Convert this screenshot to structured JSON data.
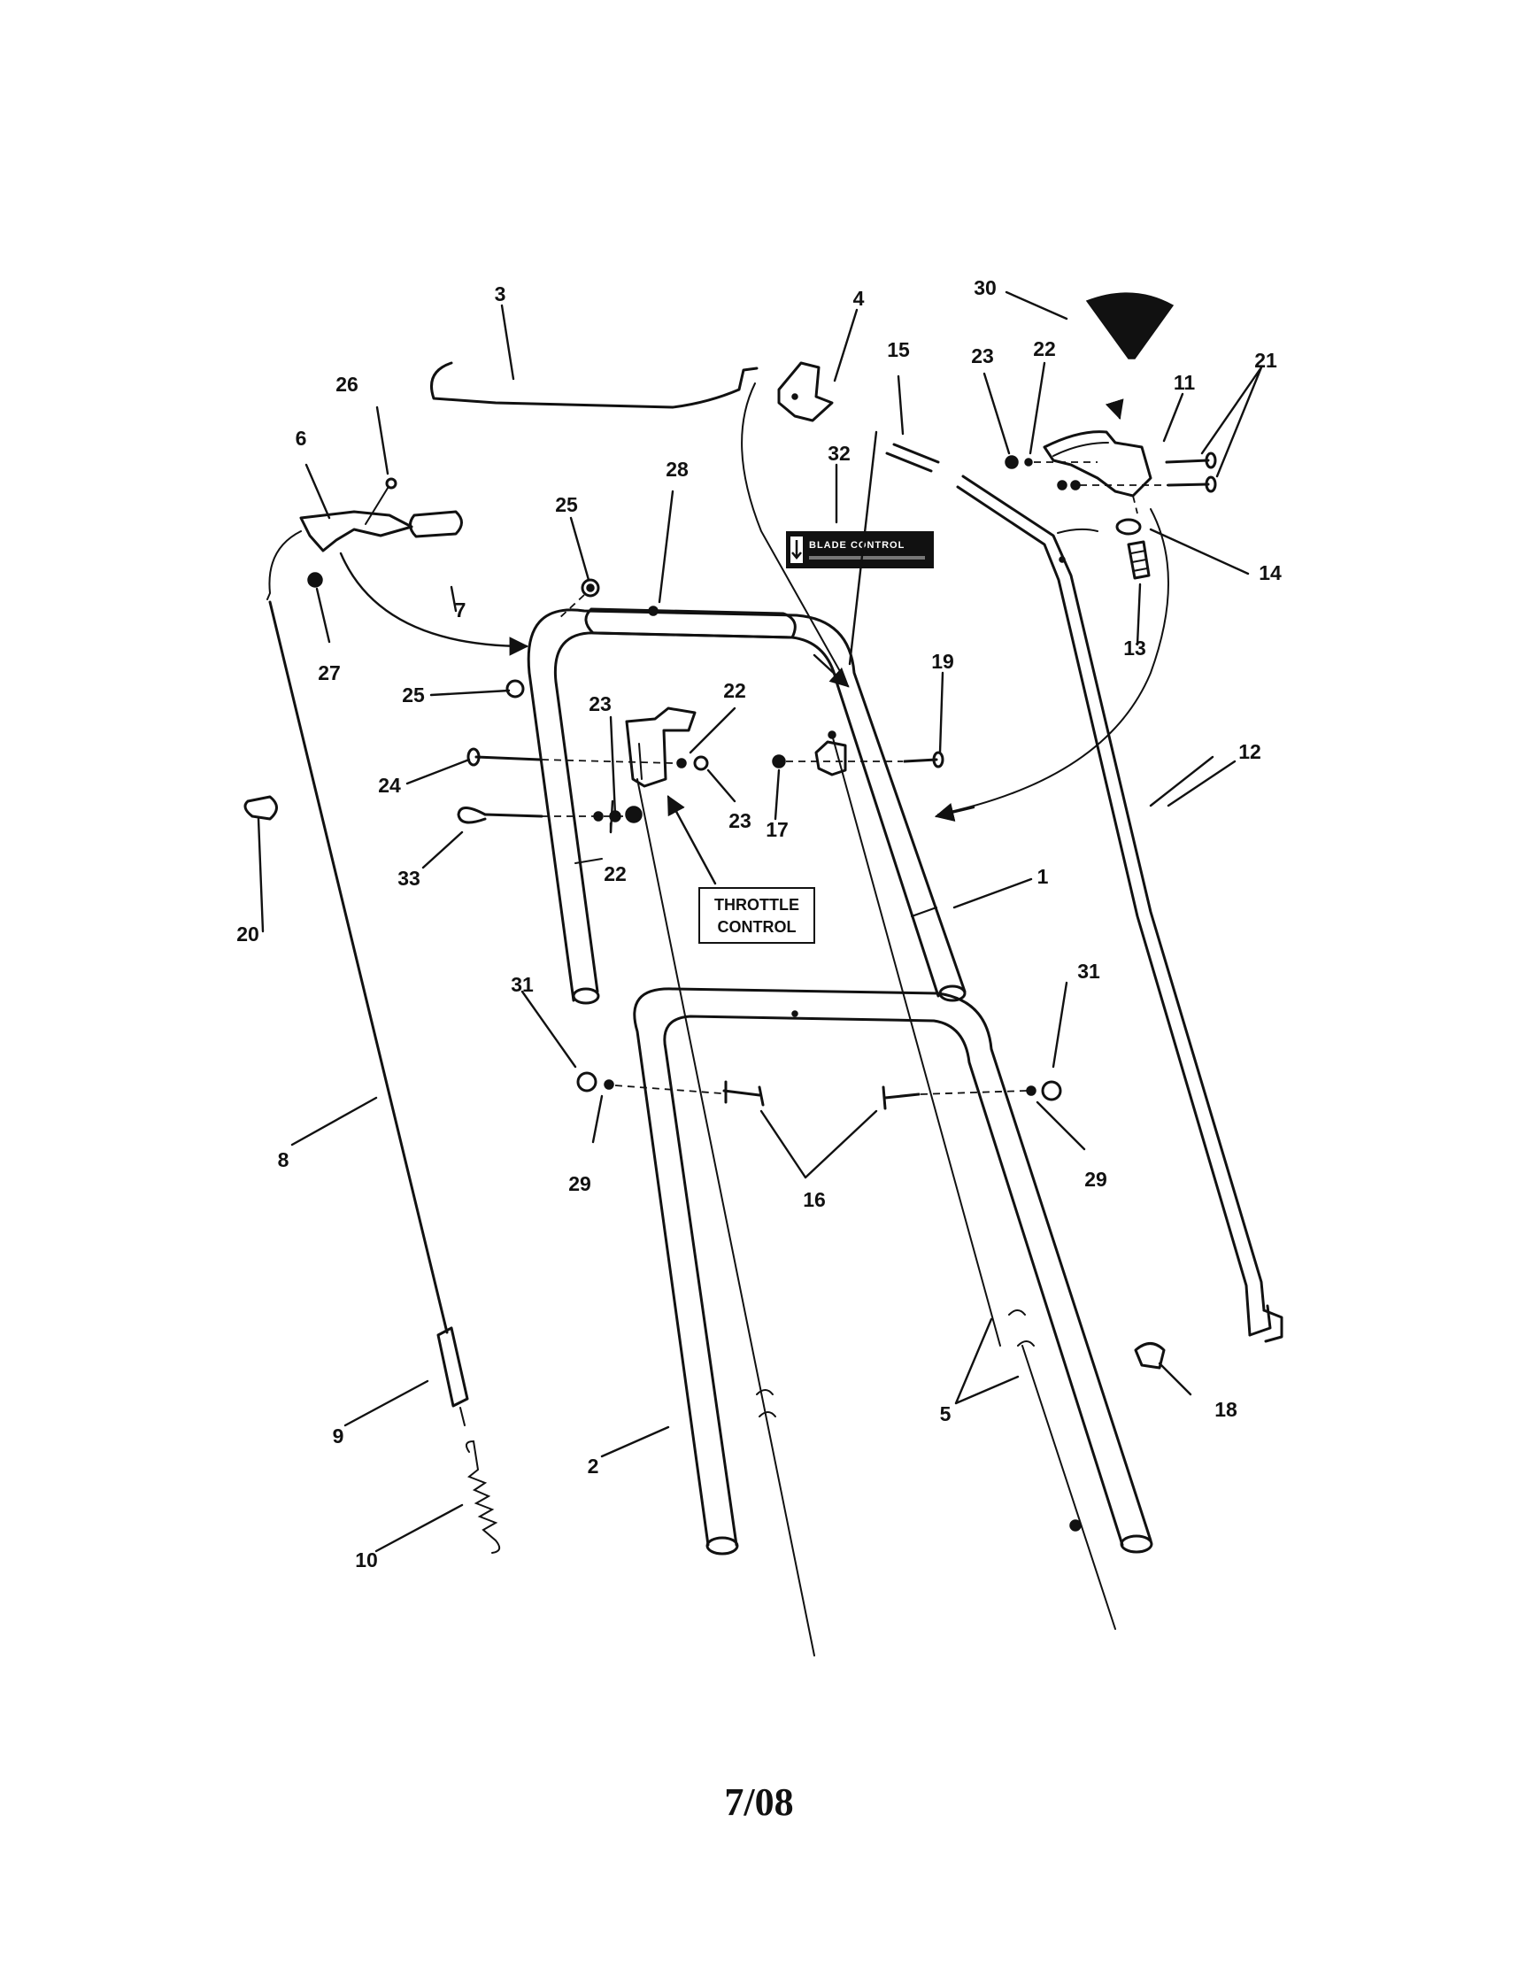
{
  "callouts": {
    "c1": "1",
    "c2": "2",
    "c3": "3",
    "c4": "4",
    "c5": "5",
    "c6": "6",
    "c7": "7",
    "c8": "8",
    "c9": "9",
    "c10": "10",
    "c11": "11",
    "c12": "12",
    "c13": "13",
    "c14": "14",
    "c15": "15",
    "c16": "16",
    "c17": "17",
    "c18": "18",
    "c19": "19",
    "c20": "20",
    "c21": "21",
    "c22a": "22",
    "c22b": "22",
    "c22c": "22",
    "c23a": "23",
    "c23b": "23",
    "c23c": "23",
    "c24": "24",
    "c25a": "25",
    "c25b": "25",
    "c26": "26",
    "c27": "27",
    "c28": "28",
    "c29a": "29",
    "c29b": "29",
    "c30": "30",
    "c31a": "31",
    "c31b": "31",
    "c32": "32",
    "c33": "33"
  },
  "throttle_label": {
    "line1": "THROTTLE",
    "line2": "CONTROL"
  },
  "blade_decal": "BLADE CONTROL",
  "date_stamp": "7/08"
}
